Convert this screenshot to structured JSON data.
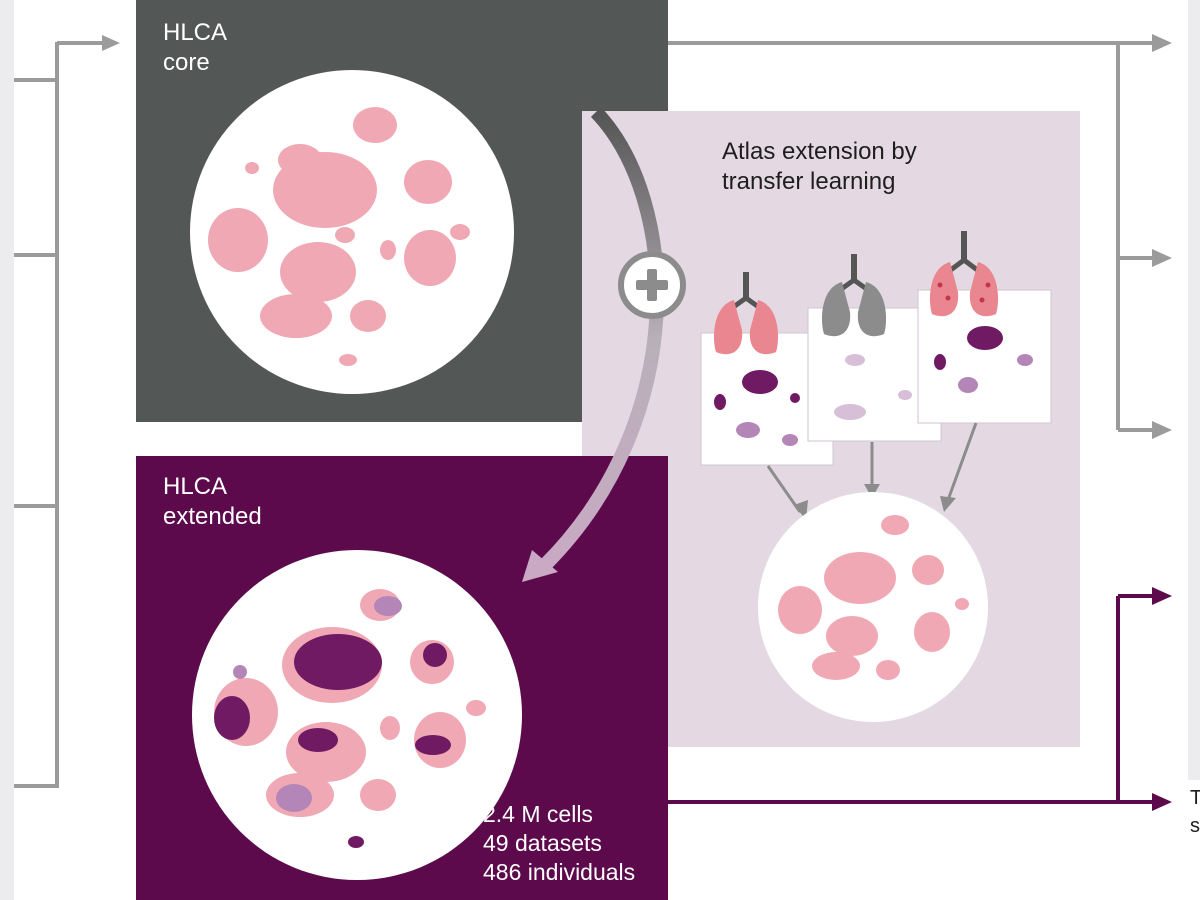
{
  "core_panel": {
    "title_line1": "HLCA",
    "title_line2": "core"
  },
  "extended_panel": {
    "title_line1": "HLCA",
    "title_line2": "extended",
    "stats": [
      "2.4 M cells",
      "49 datasets",
      "486 individuals"
    ]
  },
  "transfer_panel": {
    "title_line1": "Atlas extension by",
    "title_line2": "transfer learning"
  },
  "right_edge_text": [
    "T",
    "s"
  ],
  "icons": {
    "plus": "plus-circle-icon",
    "lung_healthy": "lung-healthy-icon",
    "lung_diseased_gray": "lung-gray-icon",
    "lung_spotted": "lung-spotted-icon"
  },
  "colors": {
    "core_panel": "#535756",
    "extended_panel": "#5c0a4c",
    "transfer_panel": "#e4d9e3",
    "healthy_cells": "#f0a9b4",
    "disease_cells": "#6f1a63",
    "connector_gray": "#9b9b9b",
    "connector_purple": "#5c0a4c"
  }
}
